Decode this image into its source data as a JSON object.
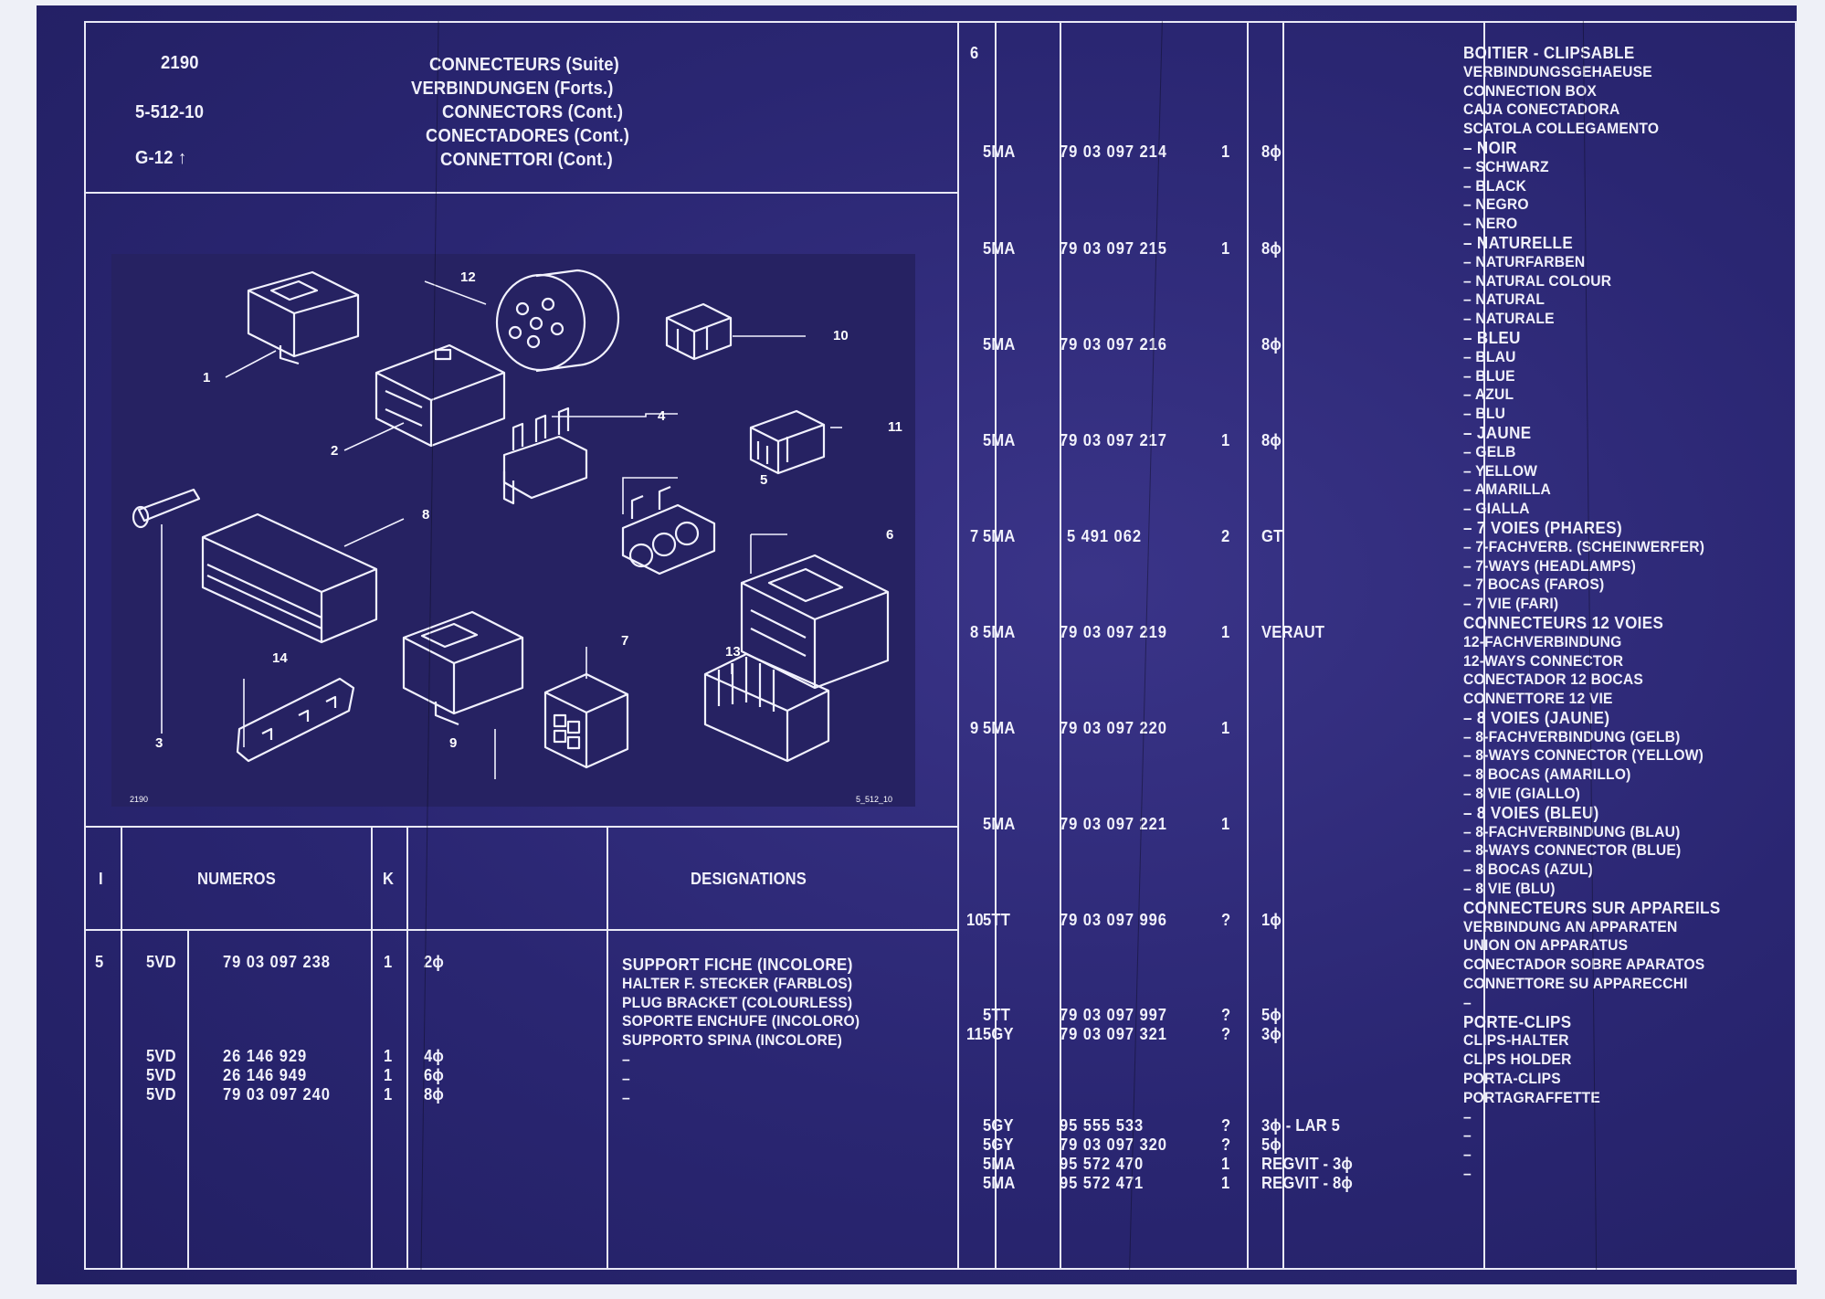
{
  "header": {
    "codes": [
      "2190",
      "5-512-10",
      "G-12 ↑"
    ],
    "titles": [
      "CONNECTEURS (Suite)",
      "VERBINDUNGEN (Forts.)",
      "CONNECTORS (Cont.)",
      "CONECTADORES (Cont.)",
      "CONNETTORI (Cont.)"
    ]
  },
  "illustration": {
    "callouts": [
      "1",
      "2",
      "3",
      "4",
      "5",
      "6",
      "7",
      "8",
      "9",
      "10",
      "11",
      "12",
      "13",
      "14"
    ],
    "corner_left": "2190",
    "corner_right": "5_512_10"
  },
  "table_header": {
    "col_i": "I",
    "col_numeros": "NUMEROS",
    "col_k": "K",
    "col_designations": "DESIGNATIONS"
  },
  "left_rows": [
    {
      "i": "5",
      "prefix": "5VD",
      "num": "79 03 097 238",
      "k": "1",
      "qty": "2ϕ"
    },
    {
      "i": "",
      "prefix": "5VD",
      "num": "26 146 929",
      "k": "1",
      "qty": "4ϕ"
    },
    {
      "i": "",
      "prefix": "5VD",
      "num": "26 146 949",
      "k": "1",
      "qty": "6ϕ"
    },
    {
      "i": "",
      "prefix": "5VD",
      "num": "79 03 097 240",
      "k": "1",
      "qty": "8ϕ"
    }
  ],
  "left_designation": {
    "lines": [
      "SUPPORT FICHE (INCOLORE)",
      "HALTER F. STECKER (FARBLOS)",
      "PLUG BRACKET (COLOURLESS)",
      "SOPORTE ENCHUFE (INCOLORO)",
      "SUPPORTO SPINA (INCOLORE)"
    ],
    "dashes": [
      "–",
      "–",
      "–"
    ]
  },
  "right_rows": [
    {
      "i": "6",
      "prefix": "",
      "num": "",
      "k": "",
      "qty": ""
    },
    {
      "i": "",
      "prefix": "5MA",
      "num": "79 03 097 214",
      "k": "1",
      "qty": "8ϕ"
    },
    {
      "i": "",
      "prefix": "5MA",
      "num": "79 03 097 215",
      "k": "1",
      "qty": "8ϕ"
    },
    {
      "i": "",
      "prefix": "5MA",
      "num": "79 03 097 216",
      "k": "",
      "qty": "8ϕ"
    },
    {
      "i": "",
      "prefix": "5MA",
      "num": "79 03 097 217",
      "k": "1",
      "qty": "8ϕ"
    },
    {
      "i": "7",
      "prefix": "5MA",
      "num": "5 491 062",
      "k": "2",
      "qty": "GT"
    },
    {
      "i": "8",
      "prefix": "5MA",
      "num": "79 03 097 219",
      "k": "1",
      "qty": "VERAUT"
    },
    {
      "i": "9",
      "prefix": "5MA",
      "num": "79 03 097 220",
      "k": "1",
      "qty": ""
    },
    {
      "i": "",
      "prefix": "5MA",
      "num": "79 03 097 221",
      "k": "1",
      "qty": ""
    },
    {
      "i": "10",
      "prefix": "5TT",
      "num": "79 03 097 996",
      "k": "?",
      "qty": "1ϕ"
    },
    {
      "i": "",
      "prefix": "5TT",
      "num": "79 03 097 997",
      "k": "?",
      "qty": "5ϕ"
    },
    {
      "i": "11",
      "prefix": "5GY",
      "num": "79 03 097 321",
      "k": "?",
      "qty": "3ϕ"
    },
    {
      "i": "",
      "prefix": "5GY",
      "num": "95 555 533",
      "k": "?",
      "qty": "3ϕ - LAR 5"
    },
    {
      "i": "",
      "prefix": "5GY",
      "num": "79 03 097 320",
      "k": "?",
      "qty": "5ϕ"
    },
    {
      "i": "",
      "prefix": "5MA",
      "num": "95 572 470",
      "k": "1",
      "qty": "REGVIT - 3ϕ"
    },
    {
      "i": "",
      "prefix": "5MA",
      "num": "95 572 471",
      "k": "1",
      "qty": "REGVIT - 8ϕ"
    }
  ],
  "right_designations": [
    {
      "text": "BOITIER - CLIPSABLE",
      "bold": true
    },
    {
      "text": "VERBINDUNGSGEHAEUSE",
      "bold": false
    },
    {
      "text": "CONNECTION BOX",
      "bold": false
    },
    {
      "text": "CAJA CONECTADORA",
      "bold": false
    },
    {
      "text": "SCATOLA COLLEGAMENTO",
      "bold": false
    },
    {
      "text": "– NOIR",
      "bold": true
    },
    {
      "text": "– SCHWARZ",
      "bold": false
    },
    {
      "text": "– BLACK",
      "bold": false
    },
    {
      "text": "– NEGRO",
      "bold": false
    },
    {
      "text": "– NERO",
      "bold": false
    },
    {
      "text": "– NATURELLE",
      "bold": true
    },
    {
      "text": "– NATURFARBEN",
      "bold": false
    },
    {
      "text": "– NATURAL COLOUR",
      "bold": false
    },
    {
      "text": "– NATURAL",
      "bold": false
    },
    {
      "text": "– NATURALE",
      "bold": false
    },
    {
      "text": "– BLEU",
      "bold": true
    },
    {
      "text": "– BLAU",
      "bold": false
    },
    {
      "text": "– BLUE",
      "bold": false
    },
    {
      "text": "– AZUL",
      "bold": false
    },
    {
      "text": "– BLU",
      "bold": false
    },
    {
      "text": "– JAUNE",
      "bold": true
    },
    {
      "text": "– GELB",
      "bold": false
    },
    {
      "text": "– YELLOW",
      "bold": false
    },
    {
      "text": "– AMARILLA",
      "bold": false
    },
    {
      "text": "– GIALLA",
      "bold": false
    },
    {
      "text": "– 7 VOIES (PHARES)",
      "bold": true
    },
    {
      "text": "– 7-FACHVERB. (SCHEINWERFER)",
      "bold": false
    },
    {
      "text": "– 7-WAYS (HEADLAMPS)",
      "bold": false
    },
    {
      "text": "– 7 BOCAS (FAROS)",
      "bold": false
    },
    {
      "text": "– 7 VIE (FARI)",
      "bold": false
    },
    {
      "text": "CONNECTEURS 12 VOIES",
      "bold": true
    },
    {
      "text": "12-FACHVERBINDUNG",
      "bold": false
    },
    {
      "text": "12-WAYS CONNECTOR",
      "bold": false
    },
    {
      "text": "CONECTADOR 12 BOCAS",
      "bold": false
    },
    {
      "text": "CONNETTORE 12 VIE",
      "bold": false
    },
    {
      "text": "– 8 VOIES (JAUNE)",
      "bold": true
    },
    {
      "text": "– 8-FACHVERBINDUNG (GELB)",
      "bold": false
    },
    {
      "text": "– 8-WAYS CONNECTOR (YELLOW)",
      "bold": false
    },
    {
      "text": "– 8 BOCAS (AMARILLO)",
      "bold": false
    },
    {
      "text": "– 8 VIE (GIALLO)",
      "bold": false
    },
    {
      "text": "– 8 VOIES (BLEU)",
      "bold": true
    },
    {
      "text": "– 8-FACHVERBINDUNG (BLAU)",
      "bold": false
    },
    {
      "text": "– 8-WAYS CONNECTOR (BLUE)",
      "bold": false
    },
    {
      "text": "– 8 BOCAS (AZUL)",
      "bold": false
    },
    {
      "text": "– 8 VIE (BLU)",
      "bold": false
    },
    {
      "text": "CONNECTEURS SUR APPAREILS",
      "bold": true
    },
    {
      "text": "VERBINDUNG AN APPARATEN",
      "bold": false
    },
    {
      "text": "UNION ON APPARATUS",
      "bold": false
    },
    {
      "text": "CONECTADOR SOBRE APARATOS",
      "bold": false
    },
    {
      "text": "CONNETTORE SU APPARECCHI",
      "bold": false
    },
    {
      "text": "–",
      "bold": false
    },
    {
      "text": "PORTE-CLIPS",
      "bold": true
    },
    {
      "text": "CLIPS-HALTER",
      "bold": false
    },
    {
      "text": "CLIPS HOLDER",
      "bold": false
    },
    {
      "text": "PORTA-CLIPS",
      "bold": false
    },
    {
      "text": "PORTAGRAFFETTE",
      "bold": false
    },
    {
      "text": "–",
      "bold": false
    },
    {
      "text": "–",
      "bold": false
    },
    {
      "text": "–",
      "bold": false
    },
    {
      "text": "–",
      "bold": false
    }
  ],
  "colors": {
    "background": "#2a2672",
    "lines": "#e9e9f6",
    "text": "#f1f1fb"
  }
}
